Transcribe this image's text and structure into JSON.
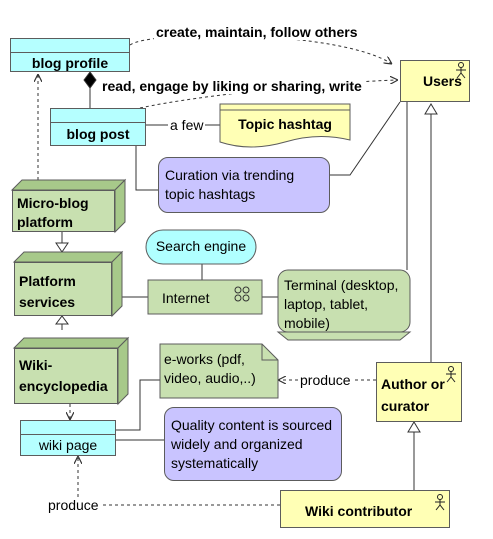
{
  "elements": {
    "blog_profile": "blog profile",
    "blog_post": "blog post",
    "users": "Users",
    "topic_hashtag": "Topic hashtag",
    "curation": "Curation via trending topic hashtags",
    "microblog": "Micro-blog platform",
    "platform_services": "Platform services",
    "search_engine": "Search engine",
    "internet": "Internet",
    "terminal": "Terminal (desktop, laptop, tablet, mobile)",
    "wiki_encyclopedia": "Wiki-encyclopedia",
    "eworks": "e-works (pdf, video, audio,..)",
    "author_curator": "Author or curator",
    "wiki_page": "wiki page",
    "quality_content": "Quality content is sourced widely and organized systematically",
    "wiki_contributor": "Wiki contributor"
  },
  "edges": {
    "create_maintain": "create, maintain, follow others",
    "read_engage": "read, engage by liking or sharing, write",
    "a_few": "a few",
    "produce_1": "produce",
    "produce_2": "produce"
  },
  "colors": {
    "business_object": "#b5ffff",
    "business_role": "#ffffb5",
    "technology": "#c8e0b0",
    "application_service": "#c9c4ff",
    "service": "#b0ffff",
    "line": "#5c5c5c"
  }
}
